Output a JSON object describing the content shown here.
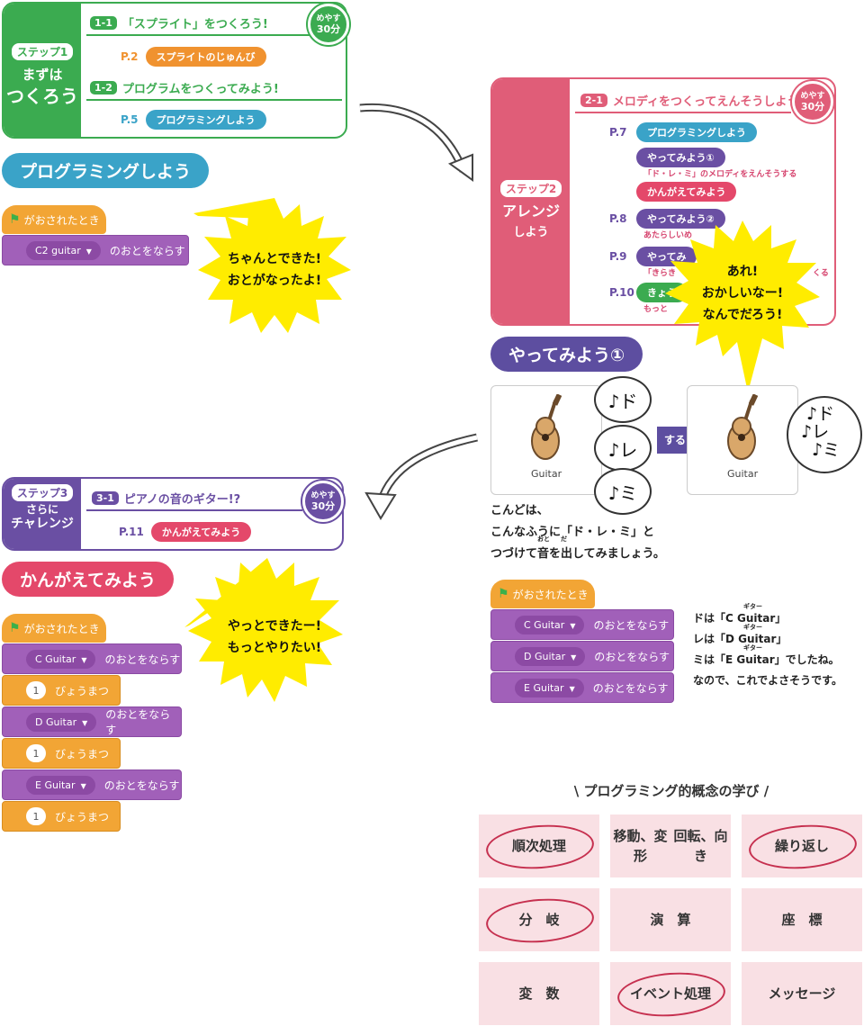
{
  "step1": {
    "badge": "ステップ1",
    "title_lines": [
      "まずは",
      "つくろう"
    ],
    "time": [
      "めやす",
      "30分"
    ],
    "sections": [
      {
        "num": "1-1",
        "title": "「スプライト」をつくろう!",
        "page": "P.2",
        "pill": "スプライトのじゅんび"
      },
      {
        "num": "1-2",
        "title": "プログラムをつくってみよう!",
        "page": "P.5",
        "pill": "プログラミングしよう"
      }
    ]
  },
  "step2": {
    "badge": "ステップ2",
    "title_lines": [
      "アレンジ",
      "しよう"
    ],
    "time": [
      "めやす",
      "30分"
    ],
    "section": {
      "num": "2-1",
      "title": "メロディをつくってえんそうしよう!"
    },
    "rows": [
      {
        "page": "P.7",
        "pill": "プログラミングしよう"
      },
      {
        "page": "",
        "pill": "やってみよう①",
        "sub": "「ド・レ・ミ」のメロディをえんそうする"
      },
      {
        "page": "",
        "pill": "かんがえてみよう"
      },
      {
        "page": "P.8",
        "pill": "やってみよう②",
        "sub": "あたらしいめ"
      },
      {
        "page": "P.9",
        "pill": "やってみ",
        "sub": "「きらき"
      },
      {
        "page": "P.10",
        "pill": "きょう",
        "sub": "もっと"
      }
    ],
    "sub_right": [
      "くる"
    ]
  },
  "step3": {
    "badge": "ステップ3",
    "title_lines": [
      "さらに",
      "チャレンジ"
    ],
    "time": [
      "めやす",
      "30分"
    ],
    "section": {
      "num": "3-1",
      "title": "ピアノの音のギター!?"
    },
    "page": "P.11",
    "pill": "かんがえてみよう"
  },
  "headings": {
    "programming": "プログラミングしよう",
    "try1": "やってみよう①",
    "think": "かんがえてみよう"
  },
  "block_labels": {
    "flag_hat": "がおされたとき",
    "play_sound": "のおとをならす",
    "wait": "びょうまつ"
  },
  "prog1": {
    "sound": "C2 guitar",
    "speech": [
      "ちゃんとできた!",
      "おとがなったよ!"
    ]
  },
  "prog2": {
    "items": [
      {
        "type": "sound",
        "value": "C Guitar"
      },
      {
        "type": "wait",
        "value": "1"
      },
      {
        "type": "sound",
        "value": "D Guitar"
      },
      {
        "type": "wait",
        "value": "1"
      },
      {
        "type": "sound",
        "value": "E Guitar"
      },
      {
        "type": "wait",
        "value": "1"
      }
    ],
    "speech": [
      "やっとできたー!",
      "もっとやりたい!"
    ]
  },
  "trouble_speech": [
    "あれ!",
    "おかしいなー!",
    "なんでだろう!"
  ],
  "try_example": {
    "guitar_label": "Guitar",
    "bubbles": [
      "♪ド",
      "♪レ",
      "♪ミ"
    ],
    "arrow_label": "すると",
    "mixed_notes": [
      "♪ド",
      "♪レ",
      "♪ミ"
    ],
    "text_lines": [
      "こんどは、",
      "こんなふうに「ド・レ・ミ」と",
      "つづけて音を出してみましょう。"
    ],
    "ruby": [
      "おと",
      "だ"
    ],
    "sounds": [
      "C Guitar",
      "D Guitar",
      "E Guitar"
    ],
    "notes": [
      "ドは「C Guitar」",
      "レは「D Guitar」",
      "ミは「E Guitar」でしたね。",
      "なので、これでよさそうです。"
    ],
    "note_ruby": "ギター"
  },
  "concepts": {
    "title": "\\ プログラミング的概念の学び /",
    "cells": [
      [
        "順次処理",
        "移動、変形|回転、向き",
        "繰り返し"
      ],
      [
        "分　岐",
        "演　算",
        "座　標"
      ],
      [
        "変　数",
        "イベント|処理",
        "メッセージ"
      ]
    ],
    "circled": [
      "順次処理",
      "繰り返し",
      "分　岐",
      "イベント|処理"
    ]
  },
  "colors": {
    "step1": "#3bab50",
    "step2": "#e05d78",
    "step3": "#6a4fa3",
    "prog_heading": "#3aa3c8",
    "try_heading": "#5d4ea0",
    "think_heading": "#e4486a",
    "orange_pill": "#f0922f",
    "blue_pill": "#3aa3c8",
    "purple_pill": "#6a4fa3",
    "red_pill": "#e4486a",
    "green_pill": "#3bab50",
    "star": "#ffec00",
    "concept_cell": "#f9e0e4",
    "ring": "#c6304f"
  },
  "icons": [
    "flag-icon",
    "dropdown-arrow-icon",
    "guitar-icon",
    "curved-arrow-icon",
    "arrow-right-icon"
  ]
}
